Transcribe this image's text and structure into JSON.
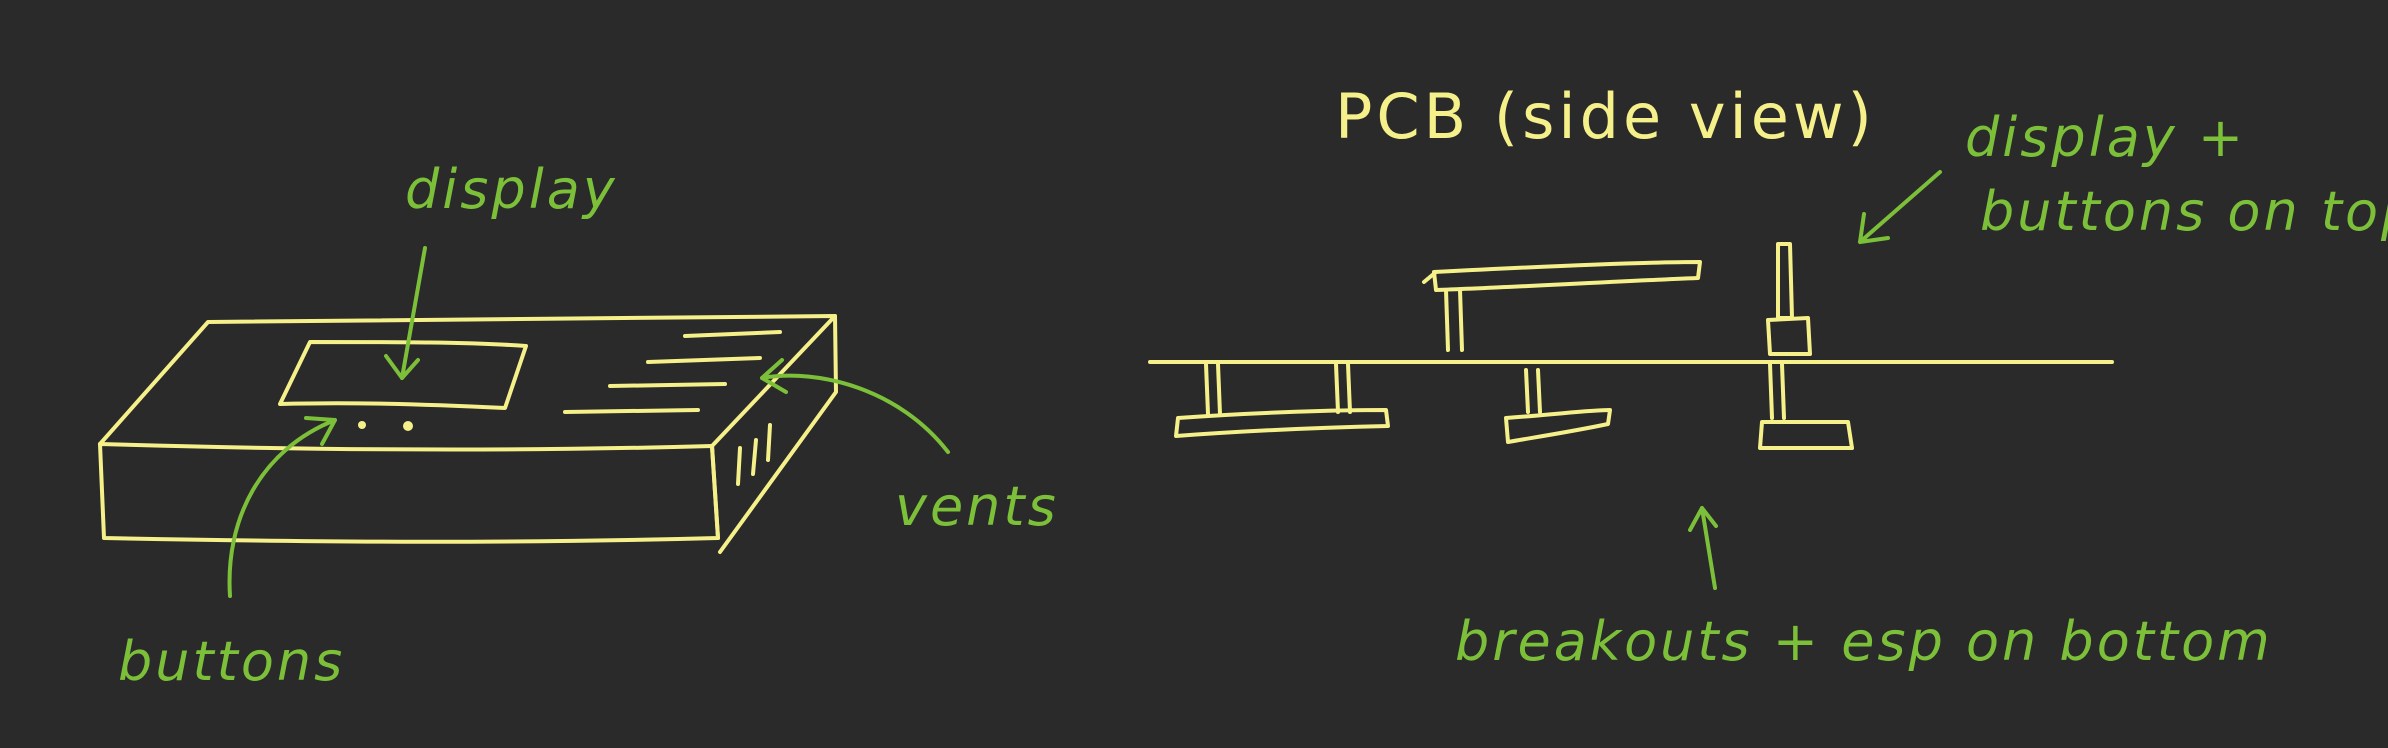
{
  "labels": {
    "display": "display",
    "buttons": "buttons",
    "vents": "vents",
    "pcb_title": "PCB (side view)",
    "display_buttons_top_line1": "display +",
    "display_buttons_top_line2": "buttons on top",
    "breakouts_bottom": "breakouts + esp on bottom"
  },
  "colors": {
    "background": "#2a2a2a",
    "sketch": "#f5f08a",
    "annotation": "#7cc03a"
  }
}
